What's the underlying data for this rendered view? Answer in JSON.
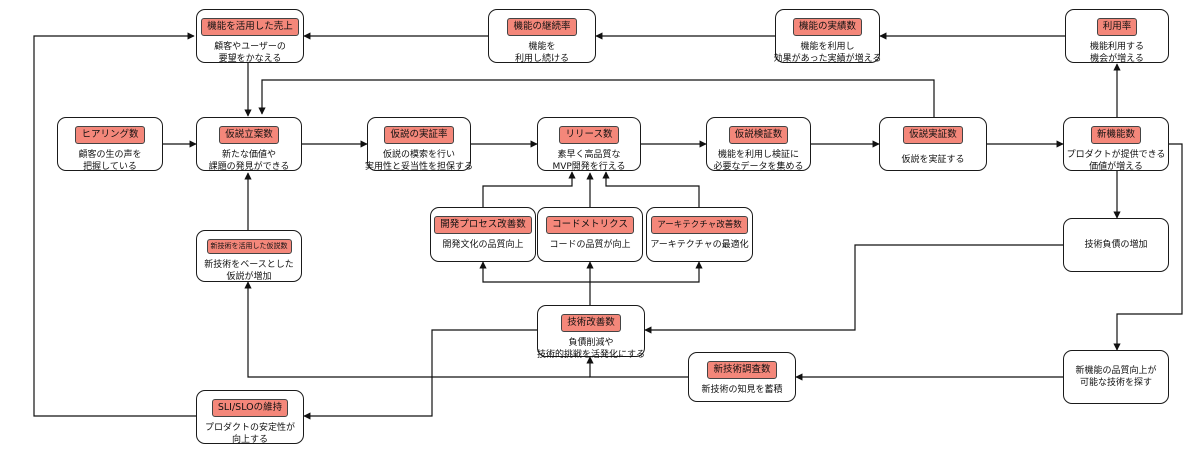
{
  "nodes": {
    "kinou_katsuyou_uriage": {
      "title": "機能を活用した売上",
      "desc": [
        "顧客やユーザーの",
        "要望をかなえる"
      ]
    },
    "keizoku": {
      "title": "機能の継続率",
      "desc": [
        "機能を",
        "利用し続ける"
      ]
    },
    "jisseki": {
      "title": "機能の実績数",
      "desc": [
        "機能を利用し",
        "効果があった実績が増える"
      ]
    },
    "riyouritsu": {
      "title": "利用率",
      "desc": [
        "機能利用する",
        "機会が増える"
      ]
    },
    "hearing": {
      "title": "ヒアリング数",
      "desc": [
        "顧客の生の声を",
        "把握している"
      ]
    },
    "kasetsu_rituan": {
      "title": "仮説立案数",
      "desc": [
        "新たな価値や",
        "課題の発見ができる"
      ]
    },
    "kasetsu_jisshouritsu": {
      "title": "仮説の実証率",
      "desc": [
        "仮説の模索を行い",
        "実用性と妥当性を担保する"
      ]
    },
    "release": {
      "title": "リリース数",
      "desc": [
        "素早く高品質な",
        "MVP開発を行える"
      ]
    },
    "kasetsu_kenshou": {
      "title": "仮説検証数",
      "desc": [
        "機能を利用し検証に",
        "必要なデータを集める"
      ]
    },
    "kasetsu_jisshou": {
      "title": "仮説実証数",
      "desc": [
        "仮説を実証する"
      ]
    },
    "shinkinou": {
      "title": "新機能数",
      "desc": [
        "プロダクトが提供できる",
        "価値が増える"
      ]
    },
    "kaihatsu_process": {
      "title": "開発プロセス改善数",
      "desc": [
        "開発文化の品質向上"
      ]
    },
    "code_metrics": {
      "title": "コードメトリクス",
      "desc": [
        "コードの品質が向上"
      ]
    },
    "architecture": {
      "title": "アーキテクチャ改善数",
      "desc": [
        "アーキテクチャの最適化"
      ]
    },
    "shingijutsu_kasetsu": {
      "title": "新技術を活用した仮説数",
      "desc": [
        "新技術をベースとした",
        "仮説が増加"
      ]
    },
    "gijutsu_fusai": {
      "title": "",
      "desc": [
        "技術負債の増加"
      ]
    },
    "gijutsu_kaizen": {
      "title": "技術改善数",
      "desc": [
        "負債削減や",
        "技術的挑戦を活発化にする"
      ]
    },
    "shingijutsu_chousa": {
      "title": "新技術調査数",
      "desc": [
        "新技術の知見を蓄積"
      ]
    },
    "hinshitsu_koujou": {
      "title": "",
      "desc": [
        "新機能の品質向上が",
        "可能な技術を探す"
      ]
    },
    "sli_slo": {
      "title": "SLI/SLOの維持",
      "desc": [
        "プロダクトの安定性が",
        "向上する"
      ]
    }
  }
}
